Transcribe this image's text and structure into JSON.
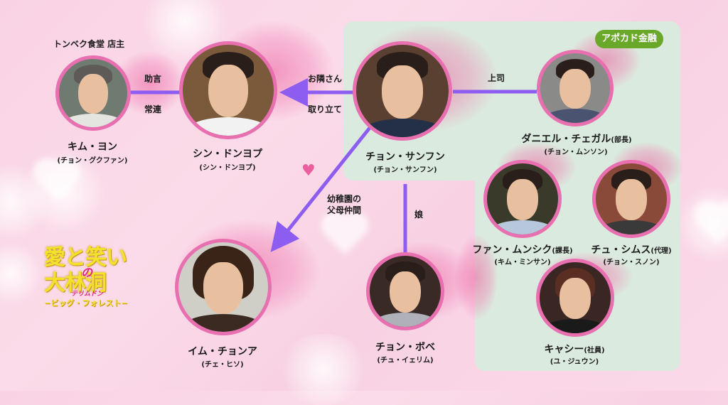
{
  "title": {
    "line1": "愛と笑い",
    "no": "の",
    "line2": "大林洞",
    "ruby": "テリムドン",
    "subtitle": "−ビッグ・フォレスト−"
  },
  "group": {
    "badge": "アポカド金融"
  },
  "characters": {
    "kim_yong": {
      "role": "トンベク食堂 店主",
      "name": "キム・ヨン",
      "actor": "(チョン・グクファン)"
    },
    "shin_dongyeob": {
      "name": "シン・ドンヨプ",
      "actor": "(シン・ドンヨプ)"
    },
    "cheon_sanfun": {
      "name": "チョン・サンフン",
      "actor": "(チョン・サンフン)"
    },
    "daniel": {
      "name": "ダニエル・チェガル",
      "title": "(部長)",
      "actor": "(チョン・ムンソン)"
    },
    "fan_munshik": {
      "name": "ファン・ムンシク",
      "title": "(課長)",
      "actor": "(キム・ミンサン)"
    },
    "chu_shimsu": {
      "name": "チュ・シムス",
      "title": "(代理)",
      "actor": "(チョン・スノン)"
    },
    "cathy": {
      "name": "キャシー",
      "title": "(社員)",
      "actor": "(ユ・ジュウン)"
    },
    "im_jeonga": {
      "name": "イム・チョンア",
      "actor": "(チェ・ヒソ)"
    },
    "cheon_bobe": {
      "name": "チョン・ボベ",
      "actor": "(チュ・イェリム)"
    }
  },
  "relations": {
    "kim_shin_top": "助言",
    "kim_shin_bottom": "常連",
    "cheon_shin_top": "お隣さん",
    "cheon_shin_bottom": "取り立て",
    "daniel_cheon": "上司",
    "cheon_im_line1": "幼稚園の",
    "cheon_im_line2": "父母仲間",
    "cheon_bobe": "娘"
  },
  "colors": {
    "background": "#f9d6e6",
    "panel": "#dbeade",
    "line": "#8d5cf0",
    "portrait_border": "#e86fb0",
    "badge": "#6aa82a",
    "heart": "#ec5f9e"
  }
}
